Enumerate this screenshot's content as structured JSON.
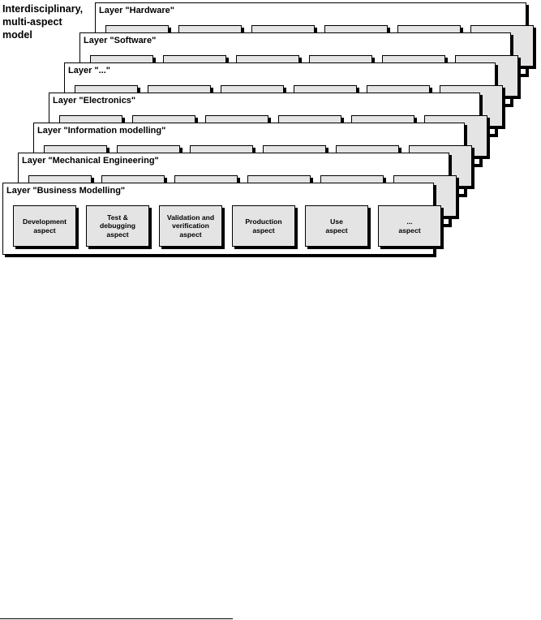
{
  "title": {
    "lines": [
      "Interdisciplinary,",
      "multi-aspect",
      "model"
    ]
  },
  "layers": [
    {
      "label": "Layer \"Hardware\"",
      "aspects": []
    },
    {
      "label": "Layer \"Software\"",
      "aspects": []
    },
    {
      "label": "Layer \"...\"",
      "aspects": []
    },
    {
      "label": "Layer \"Electronics\"",
      "aspects": []
    },
    {
      "label": "Layer \"Information modelling\"",
      "aspects": []
    },
    {
      "label": "Layer \"Mechanical Engineering\"",
      "aspects": []
    },
    {
      "label": "Layer \"Business Modelling\"",
      "aspects": [
        {
          "lines": [
            "Development",
            "aspect"
          ]
        },
        {
          "lines": [
            "Test &",
            "debugging",
            "aspect"
          ]
        },
        {
          "lines": [
            "Validation and",
            "verification",
            "aspect"
          ]
        },
        {
          "lines": [
            "Production",
            "aspect"
          ]
        },
        {
          "lines": [
            "Use",
            "aspect"
          ]
        },
        {
          "lines": [
            "...",
            "aspect"
          ]
        }
      ]
    }
  ]
}
